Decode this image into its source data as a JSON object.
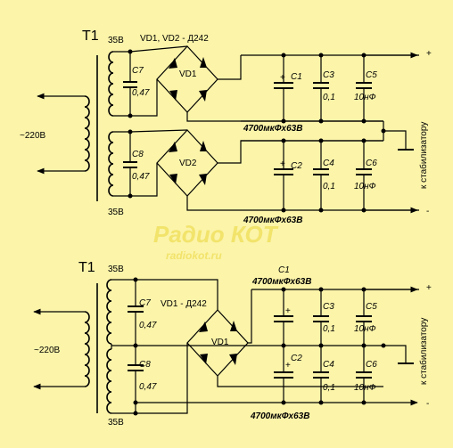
{
  "watermark": {
    "brand": "Радио КОТ",
    "url": "radiokot.ru"
  },
  "top": {
    "transformer": "T1",
    "winding_voltage": "35В",
    "mains": "220В",
    "diodes_label": "VD1, VD2 - Д242",
    "bridge1": "VD1",
    "bridge2": "VD2",
    "c7": "C7",
    "c7_val": "0,47",
    "c8": "C8",
    "c8_val": "0,47",
    "c1": "C1",
    "c2": "C2",
    "c3": "C3",
    "c3_val": "0,1",
    "c4": "C4",
    "c4_val": "0,1",
    "c5": "C5",
    "c5_val": "10нФ",
    "c6": "C6",
    "c6_val": "10нФ",
    "elec_val": "4700мкФх63В",
    "out_note": "к стабилизатору",
    "plus": "+",
    "minus": "-"
  },
  "bottom": {
    "transformer": "T1",
    "winding_voltage": "35В",
    "mains": "220В",
    "diodes_label": "VD1 - Д242",
    "bridge": "VD1",
    "c7": "C7",
    "c7_val": "0,47",
    "c8": "C8",
    "c8_val": "0,47",
    "c1": "C1",
    "c2": "C2",
    "c3": "C3",
    "c3_val": "0,1",
    "c4": "C4",
    "c4_val": "0,1",
    "c5": "C5",
    "c5_val": "10нФ",
    "c6": "C6",
    "c6_val": "10нФ",
    "elec_val": "4700мкФх63В",
    "out_note": "к стабилизатору",
    "plus": "+",
    "minus": "-"
  }
}
